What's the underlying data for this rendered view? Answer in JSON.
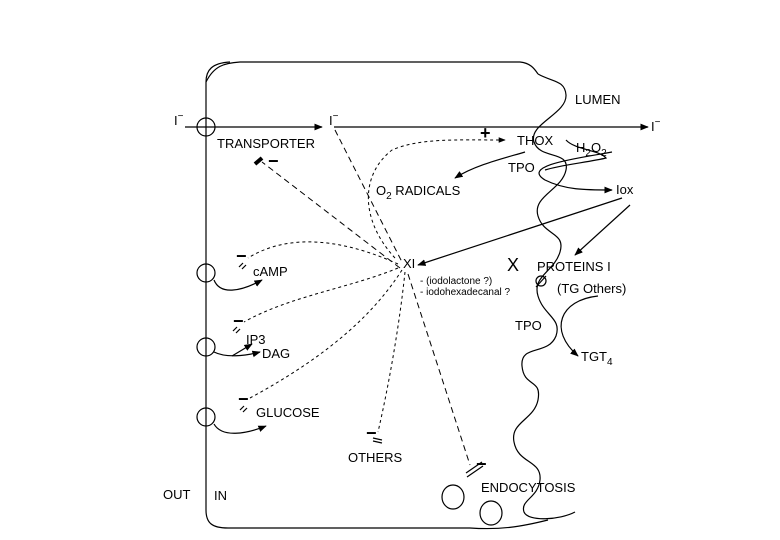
{
  "labels": {
    "iodide_out": "I",
    "iodide_out_sup": "−",
    "iodide_in": "I",
    "iodide_in_sup": "−",
    "iodide_lumen": "I",
    "iodide_lumen_sup": "−",
    "lumen": "LUMEN",
    "transporter": "TRANSPORTER",
    "thox": "THOX",
    "h2o2_h": "H",
    "h2o2_2a": "2",
    "h2o2_o": "O",
    "h2o2_2b": "2",
    "tpo_top": "TPO",
    "o2_o": "O",
    "o2_2": "2",
    "o2_rest": " RADICALS",
    "iox": "Iox",
    "xi": "XI",
    "x_mark": "X",
    "proteins": "PROTEINS I",
    "tg_others": "(TG Others)",
    "iodolactone": "- (iodolactone ?)",
    "iodohexadecanal": "- iodohexadecanal ?",
    "camp": "cAMP",
    "ip3": "IP3",
    "dag": "DAG",
    "tpo_mid": "TPO",
    "tgt4_base": "TGT",
    "tgt4_sub": "4",
    "glucose": "GLUCOSE",
    "others": "OTHERS",
    "endocytosis": "ENDOCYTOSIS",
    "out": "OUT",
    "in": "IN",
    "plus_sign": "+",
    "minus_sign": "−"
  }
}
